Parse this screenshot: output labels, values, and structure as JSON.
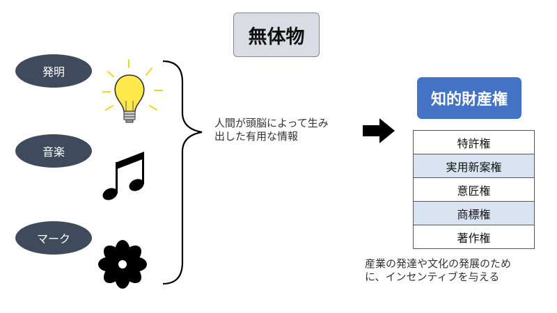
{
  "title": "無体物",
  "categories": [
    {
      "label": "発明",
      "icon": "lightbulb-icon"
    },
    {
      "label": "音楽",
      "icon": "music-note-icon"
    },
    {
      "label": "マーク",
      "icon": "flower-mark-icon"
    }
  ],
  "description": {
    "line1": "人間が頭脳によって生み",
    "line2": "出した有用な情報"
  },
  "ip": {
    "title": "知的財産権",
    "rights": [
      "特許権",
      "実用新案権",
      "意匠権",
      "商標権",
      "著作権"
    ]
  },
  "purpose": {
    "line1": "産業の発達や文化の発展のため",
    "line2": "に、インセンティブを与える"
  },
  "colors": {
    "pill": "#3f4a5c",
    "ip_box": "#4472c4",
    "row_shade": "#dae3f3",
    "bulb": "#ffe94a"
  }
}
